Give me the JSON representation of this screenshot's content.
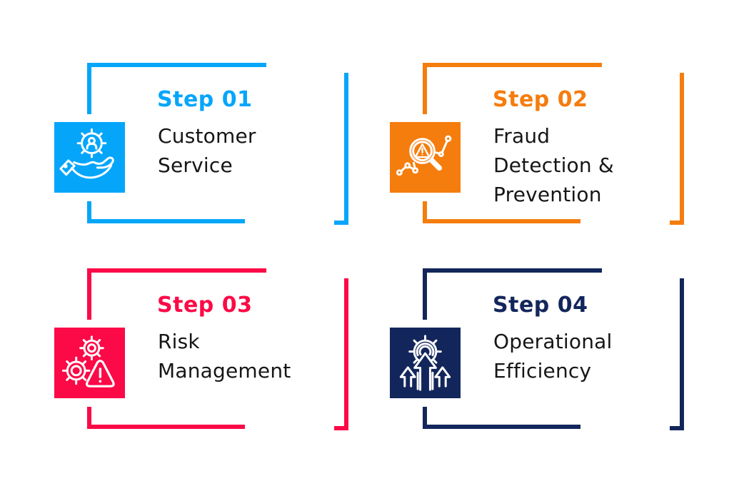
{
  "canvas_background": "#ffffff",
  "text_color": "#161616",
  "steps": [
    {
      "label": "Step 01",
      "title": "Customer\nService",
      "color": "#05A6FA",
      "icon": "hand-presenting-user-gear-icon"
    },
    {
      "label": "Step 02",
      "title": "Fraud\nDetection &\nPrevention",
      "color": "#F57D0E",
      "icon": "magnifier-fraud-alert-icon"
    },
    {
      "label": "Step 03",
      "title": "Risk\nManagement",
      "color": "#FB0A47",
      "icon": "gears-risk-warning-icon"
    },
    {
      "label": "Step 04",
      "title": "Operational\nEfficiency",
      "color": "#13265C",
      "icon": "gear-growth-arrows-icon"
    }
  ]
}
